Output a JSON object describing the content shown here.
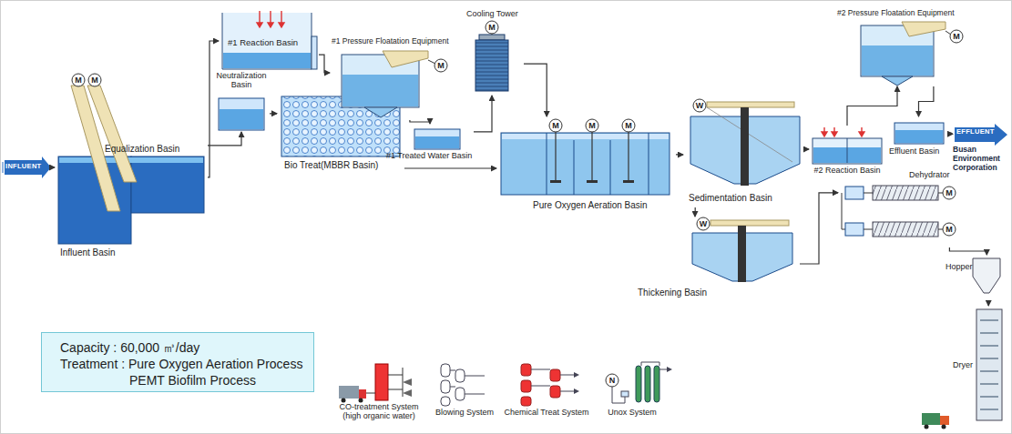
{
  "diagram": {
    "nodes": [
      {
        "text": [
          "INFLUENT"
        ]
      },
      {
        "text": [
          "Equalization Basin",
          "Influent Basin"
        ]
      },
      {
        "text": [
          "Neutralization Basin"
        ]
      },
      {
        "text": [
          "Bio Treat(MBBR Basin)"
        ]
      },
      {
        "text": [
          "#1 Reaction Basin"
        ]
      },
      {
        "text": [
          "#1 Pressure Floatation Equipment"
        ]
      },
      {
        "text": [
          "#1 Treated Water Basin"
        ]
      },
      {
        "text": [
          "Cooling Tower"
        ]
      },
      {
        "text": [
          "Pure Oxygen Aeration Basin"
        ]
      },
      {
        "text": [
          "Sedimentation Basin"
        ]
      },
      {
        "text": [
          "#2 Reaction Basin"
        ]
      },
      {
        "text": [
          "#2 Pressure Floatation Equipment"
        ]
      },
      {
        "text": [
          "Effluent Basin"
        ]
      },
      {
        "text": [
          "EFFLUENT",
          "Busan Environment Corporation"
        ]
      },
      {
        "text": [
          "Thickening Basin"
        ]
      },
      {
        "text": [
          "Dehydrator"
        ]
      },
      {
        "text": [
          "Hopper"
        ]
      },
      {
        "text": [
          "Dryer"
        ]
      },
      {
        "text": [
          "Capacity : 60,000 ㎥/day",
          "Treatment : Pure Oxygen Aeration Process",
          "PEMT Biofilm Process"
        ]
      },
      {
        "text": [
          "CO-treatment System (high organic water)"
        ]
      },
      {
        "text": [
          "Blowing System"
        ]
      },
      {
        "text": [
          "Chemical Treat System"
        ]
      },
      {
        "text": [
          "Unox System"
        ]
      }
    ],
    "edges": [
      {
        "from": 0,
        "to": 1,
        "arrow": "to"
      },
      {
        "from": 1,
        "to": 4,
        "arrow": "to"
      },
      {
        "from": 1,
        "to": 2,
        "arrow": "to"
      },
      {
        "from": 2,
        "to": 3,
        "arrow": "to"
      },
      {
        "from": 3,
        "to": 8,
        "arrow": "to"
      },
      {
        "from": 4,
        "to": 5,
        "arrow": "to"
      },
      {
        "from": 5,
        "to": 6,
        "arrow": "to"
      },
      {
        "from": 6,
        "to": 7,
        "arrow": "to"
      },
      {
        "from": 7,
        "to": 8,
        "arrow": "to"
      },
      {
        "from": 8,
        "to": 9,
        "arrow": "to"
      },
      {
        "from": 9,
        "to": 10,
        "arrow": "to"
      },
      {
        "from": 10,
        "to": 11,
        "arrow": "to"
      },
      {
        "from": 11,
        "to": 12,
        "arrow": "to"
      },
      {
        "from": 12,
        "to": 13,
        "arrow": "to"
      },
      {
        "from": 9,
        "to": 14,
        "arrow": "to"
      },
      {
        "from": 14,
        "to": 15,
        "arrow": "to"
      },
      {
        "from": 15,
        "to": 16,
        "arrow": "to"
      },
      {
        "from": 16,
        "to": 17,
        "arrow": "to"
      }
    ],
    "labels": [
      "M",
      "M",
      "M",
      "M",
      "M",
      "M",
      "M",
      "M",
      "M",
      "M",
      "W",
      "W",
      "N"
    ]
  }
}
